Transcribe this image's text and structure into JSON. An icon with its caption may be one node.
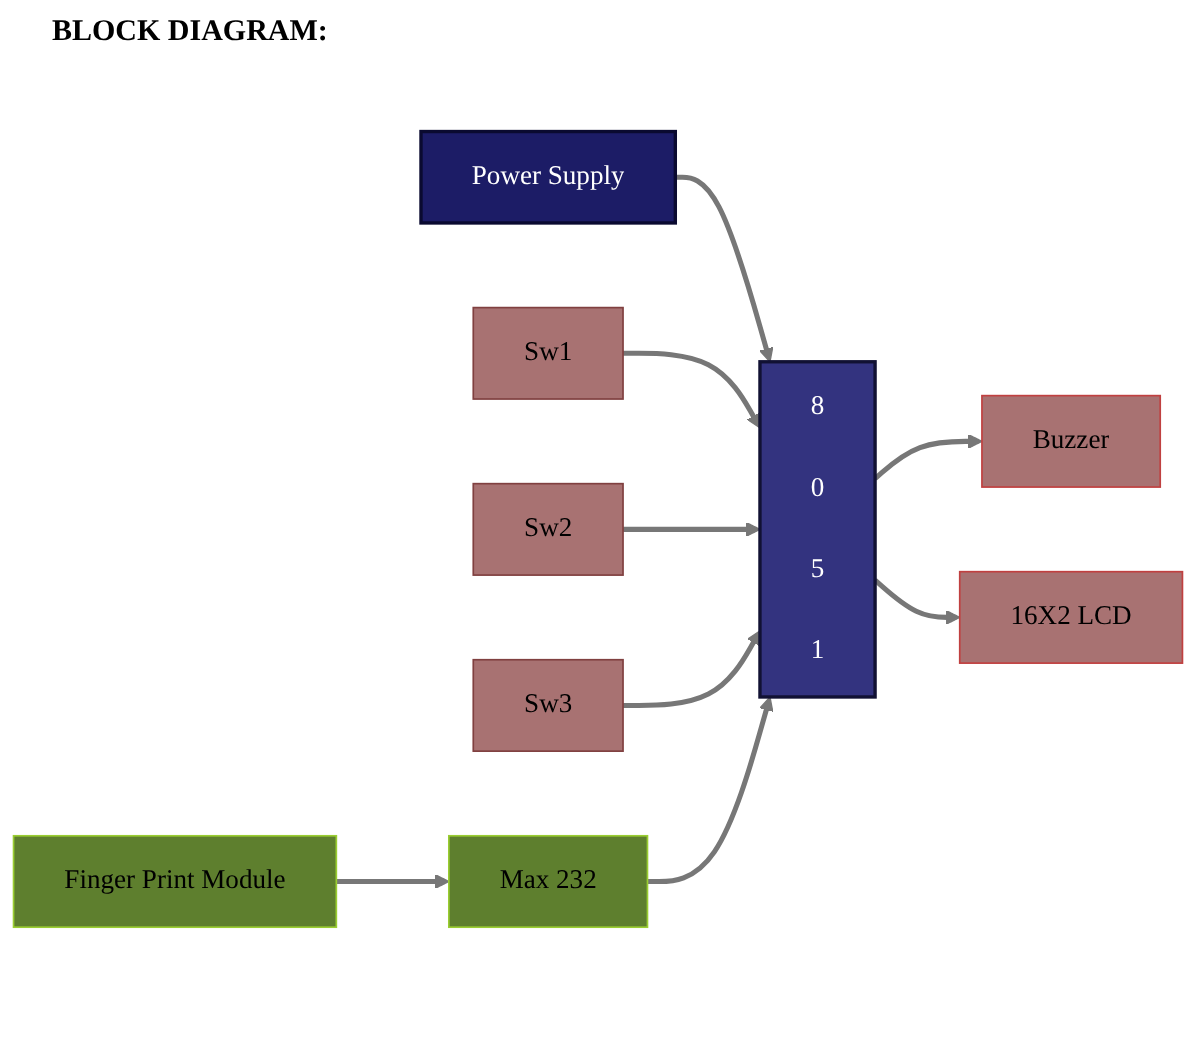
{
  "diagram": {
    "title": "BLOCK DIAGRAM:",
    "nodes": [
      {
        "text": [
          "Power Supply"
        ]
      },
      {
        "text": [
          "8 0 5 1"
        ]
      },
      {
        "text": [
          "Buzzer"
        ]
      },
      {
        "text": [
          "Sw1"
        ]
      },
      {
        "text": [
          "Sw2"
        ]
      },
      {
        "text": [
          "Sw3"
        ]
      },
      {
        "text": [
          "Finger Print Module"
        ]
      },
      {
        "text": [
          "Max 232"
        ]
      },
      {
        "text": [
          "16X2 LCD"
        ]
      }
    ],
    "edges": [
      {
        "from": 0,
        "to": 1,
        "arrow": "to"
      },
      {
        "from": 3,
        "to": 1,
        "arrow": "to"
      },
      {
        "from": 4,
        "to": 1,
        "arrow": "to"
      },
      {
        "from": 5,
        "to": 1,
        "arrow": "to"
      },
      {
        "from": 6,
        "to": 7,
        "arrow": "to"
      },
      {
        "from": 7,
        "to": 1,
        "arrow": "to"
      },
      {
        "from": 1,
        "to": 2,
        "arrow": "to"
      },
      {
        "from": 1,
        "to": 8,
        "arrow": "to"
      }
    ]
  }
}
